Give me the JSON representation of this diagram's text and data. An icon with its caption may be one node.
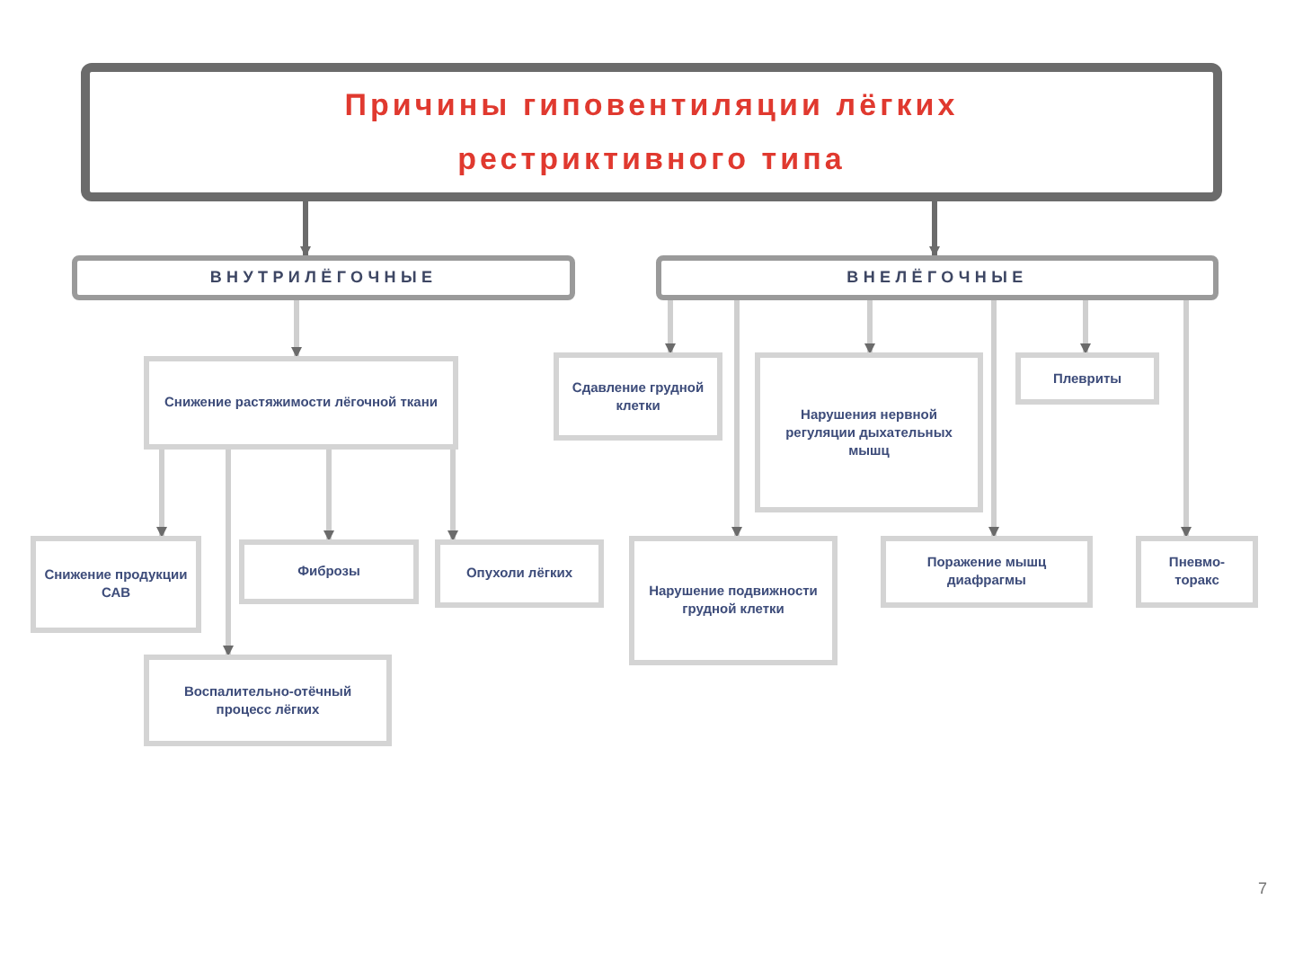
{
  "diagram": {
    "nodes": [
      {
        "text": [
          "Причины гиповентиляции лёгких рестриктивного типа"
        ]
      },
      {
        "text": [
          "ВНУТРИЛЁГОЧНЫЕ"
        ]
      },
      {
        "text": [
          "ВНЕЛЁГОЧНЫЕ"
        ]
      },
      {
        "text": [
          "Снижение растяжимости лёгочной ткани"
        ]
      },
      {
        "text": [
          "Снижение продукции САВ"
        ]
      },
      {
        "text": [
          "Фиброзы"
        ]
      },
      {
        "text": [
          "Опухоли лёгких"
        ]
      },
      {
        "text": [
          "Воспалительно-отёчный процесс лёгких"
        ]
      },
      {
        "text": [
          "Сдавление грудной клетки"
        ]
      },
      {
        "text": [
          "Нарушения нервной регуляции дыхательных мышц"
        ]
      },
      {
        "text": [
          "Плевриты"
        ]
      },
      {
        "text": [
          "Нарушение подвижности грудной клетки"
        ]
      },
      {
        "text": [
          "Поражение мышц диафрагмы"
        ]
      },
      {
        "text": [
          "Пневмо-торакс"
        ]
      }
    ],
    "edges": [
      {
        "from": 0,
        "to": 1,
        "arrow": "to",
        "color": "#6b6b6b"
      },
      {
        "from": 0,
        "to": 2,
        "arrow": "to",
        "color": "#6b6b6b"
      },
      {
        "from": 1,
        "to": 3,
        "arrow": "to"
      },
      {
        "from": 3,
        "to": 4,
        "arrow": "to"
      },
      {
        "from": 3,
        "to": 7,
        "arrow": "to"
      },
      {
        "from": 3,
        "to": 5,
        "arrow": "to"
      },
      {
        "from": 3,
        "to": 6,
        "arrow": "to"
      },
      {
        "from": 2,
        "to": 8,
        "arrow": "to"
      },
      {
        "from": 2,
        "to": 11,
        "arrow": "to"
      },
      {
        "from": 2,
        "to": 9,
        "arrow": "to"
      },
      {
        "from": 2,
        "to": 12,
        "arrow": "to"
      },
      {
        "from": 2,
        "to": 10,
        "arrow": "to"
      },
      {
        "from": 2,
        "to": 13,
        "arrow": "to"
      }
    ],
    "labels": [
      "7"
    ]
  }
}
